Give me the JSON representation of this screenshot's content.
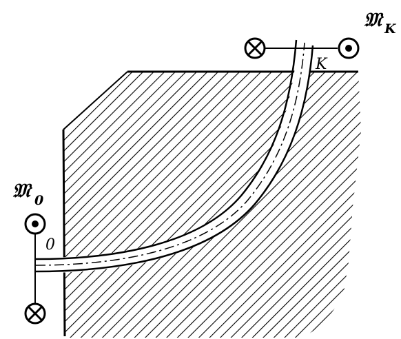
{
  "labels": {
    "moment_end_main": "𝔐",
    "moment_end_sub": "K",
    "moment_start_main": "𝔐",
    "moment_start_sub": "0",
    "point_start": "0",
    "point_end": "K"
  },
  "symbols": {
    "into_page": "cross-circle-icon",
    "out_of_page": "dot-circle-icon"
  },
  "colors": {
    "ink": "#000000",
    "paper": "#ffffff"
  }
}
